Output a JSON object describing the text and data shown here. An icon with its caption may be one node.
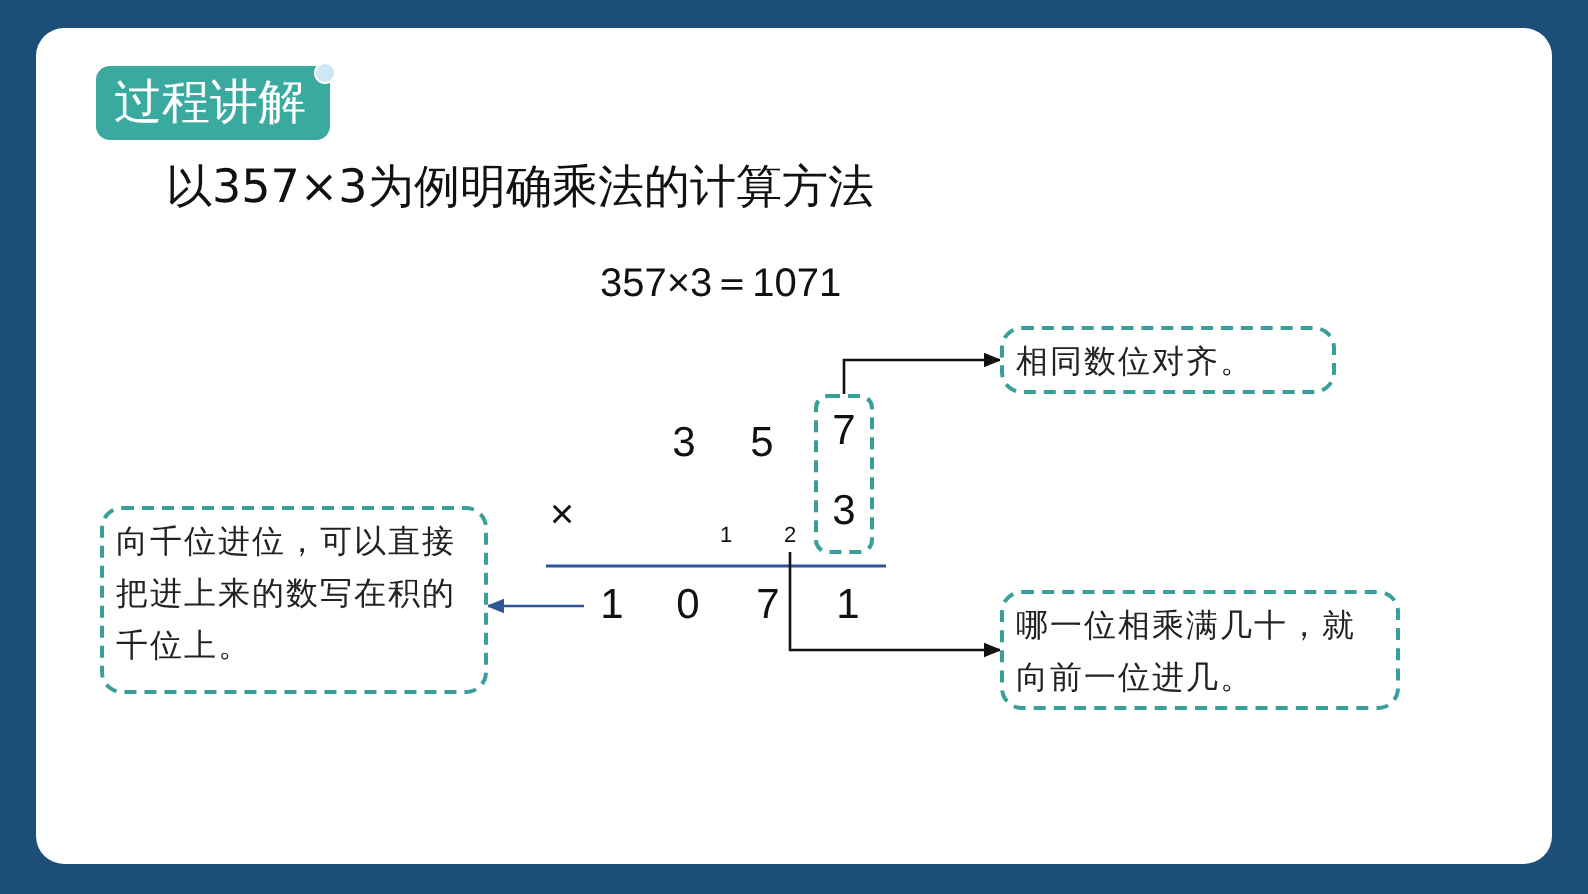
{
  "diagram": {
    "title": "过程讲解",
    "nodes": [
      {
        "text": [
          "7",
          "3"
        ]
      },
      {
        "text": [
          "相同数位对齐。"
        ]
      },
      {
        "text": [
          "哪一位相乘满几十，就向前一位进几。"
        ]
      },
      {
        "text": [
          "2"
        ]
      },
      {
        "text": [
          "向千位进位，可以直接把进上来的数写在积的千位上。"
        ]
      },
      {
        "text": [
          "1"
        ]
      }
    ],
    "edges": [
      {
        "from": 0,
        "to": 1,
        "arrow": "to"
      },
      {
        "from": 3,
        "to": 2,
        "arrow": "to"
      },
      {
        "from": 5,
        "to": 4,
        "arrow": "to",
        "color": "#2f5597"
      }
    ],
    "labels": [
      "以357×3为例明确乘法的计算方法",
      "357×3＝1071",
      "3",
      "5",
      "×",
      "1",
      "0",
      "7",
      "1"
    ]
  }
}
